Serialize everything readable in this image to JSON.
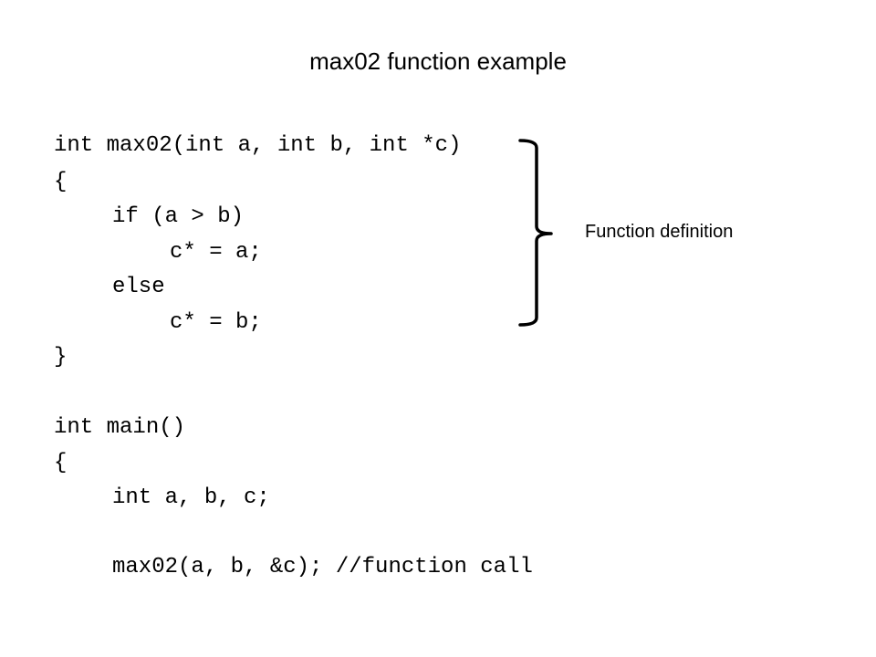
{
  "title": "max02 function example",
  "code": {
    "lines": [
      "int max02(int a, int b, int *c)",
      "{",
      "if (a > b)",
      "c* = a;",
      "else",
      "c* = b;",
      "}",
      "int main()",
      "{",
      "int a, b, c;",
      "max02(a, b, &c); //function call"
    ]
  },
  "annotation": {
    "label": "Function definition"
  }
}
